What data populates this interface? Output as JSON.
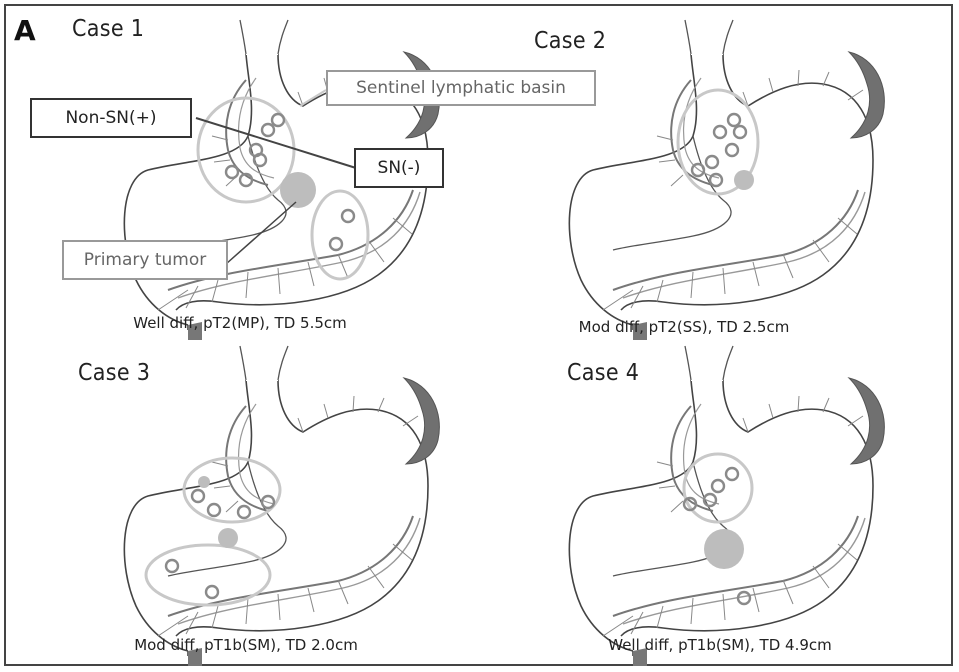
{
  "figure": {
    "panel_letter": "A",
    "cases": [
      {
        "title": "Case 1",
        "caption": "Well diff, pT2(MP), TD 5.5cm"
      },
      {
        "title": "Case 2",
        "caption": "Mod diff, pT2(SS), TD 2.5cm"
      },
      {
        "title": "Case 3",
        "caption": "Mod diff, pT1b(SM), TD 2.0cm"
      },
      {
        "title": "Case 4",
        "caption": "Well diff, pT1b(SM), TD 4.9cm"
      }
    ],
    "labels": {
      "non_sn": "Non-SN(+)",
      "sn_neg": "SN(-)",
      "basin": "Sentinel lymphatic basin",
      "tumor": "Primary tumor"
    }
  }
}
